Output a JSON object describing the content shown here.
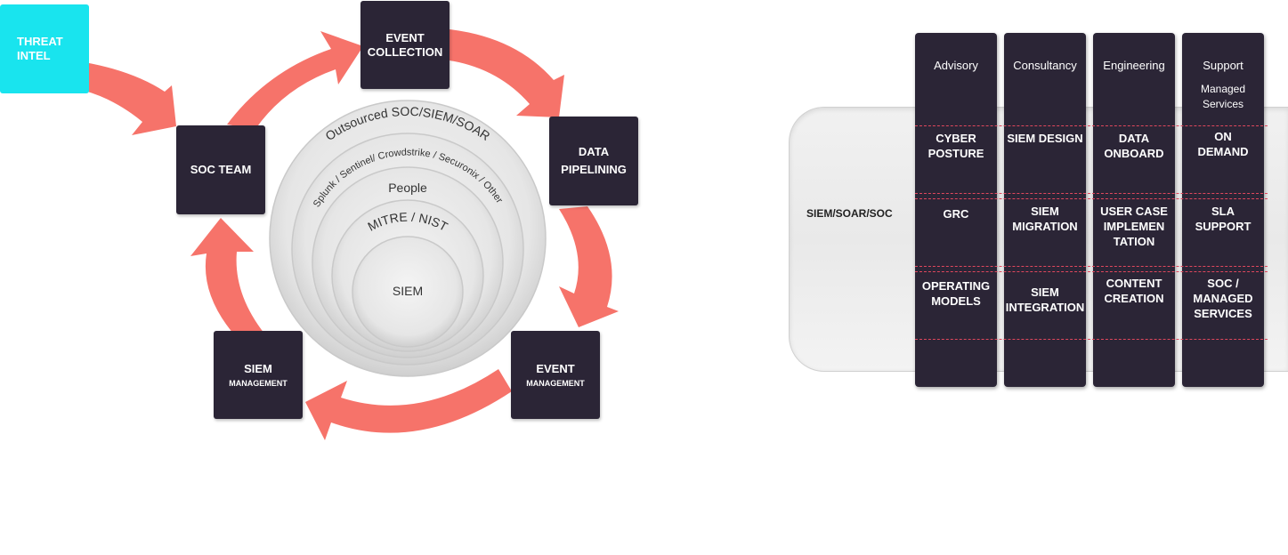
{
  "threat_intel": [
    "THREAT",
    "INTEL"
  ],
  "cycle": {
    "event_collection": [
      "EVENT",
      "COLLECTION"
    ],
    "data_pipelining": [
      "DATA",
      "PIPELINING"
    ],
    "event_management": {
      "main": "EVENT",
      "sub": "MANAGEMENT"
    },
    "siem_management": {
      "main": "SIEM",
      "sub": "MANAGEMENT"
    },
    "soc_team": "SOC TEAM"
  },
  "rings": {
    "outer": "Outsourced SOC/SIEM/SOAR",
    "tools": "Splunk / Sentinel/ Crowdstrike / Securonix / Other",
    "people": "People",
    "frameworks": "MITRE / NIST",
    "core": "SIEM"
  },
  "services": {
    "label": "SIEM/SOAR/SOC",
    "columns": [
      {
        "head": "Advisory",
        "sub": [],
        "cells": [
          [
            "CYBER",
            "POSTURE"
          ],
          [
            "GRC"
          ],
          [
            "OPERATING",
            "MODELS"
          ]
        ]
      },
      {
        "head": "Consultancy",
        "sub": [],
        "cells": [
          [
            "SIEM DESIGN"
          ],
          [
            "SIEM",
            "MIGRATION"
          ],
          [
            "SIEM",
            "INTEGRATION"
          ]
        ]
      },
      {
        "head": "Engineering",
        "sub": [],
        "cells": [
          [
            "DATA",
            "ONBOARD"
          ],
          [
            "USER CASE",
            "IMPLEMEN",
            "TATION"
          ],
          [
            "CONTENT",
            "CREATION"
          ]
        ]
      },
      {
        "head": "Support",
        "sub": [
          "Managed",
          "Services"
        ],
        "cells": [
          [
            "ON",
            "DEMAND"
          ],
          [
            "SLA",
            "SUPPORT"
          ],
          [
            "SOC /",
            "MANAGED",
            "SERVICES"
          ]
        ]
      }
    ]
  },
  "colors": {
    "arrow": "#f6736a",
    "box": "#2b2536",
    "threat": "#19e4ee",
    "dash": "#e0475d"
  }
}
